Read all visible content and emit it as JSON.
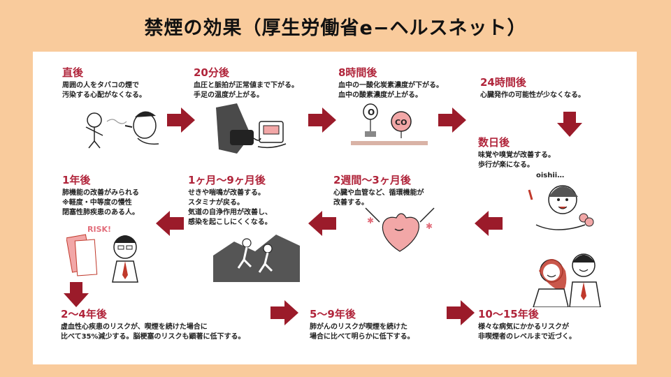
{
  "title": "禁煙の効果（厚生労働省e−ヘルスネット）",
  "steps": [
    {
      "heading": "直後",
      "lines": [
        "周囲の人をタバコの煙で",
        "汚染する心配がなくなる。"
      ]
    },
    {
      "heading": "20分後",
      "lines": [
        "血圧と脈拍が正常値まで下がる。",
        "手足の温度が上がる。"
      ]
    },
    {
      "heading": "8時間後",
      "lines": [
        "血中の一酸化炭素濃度が下がる。",
        "血中の酸素濃度が上がる。"
      ]
    },
    {
      "heading": "24時間後",
      "lines": [
        "心臓発作の可能性が少なくなる。"
      ]
    },
    {
      "heading": "数日後",
      "lines": [
        "味覚や嗅覚が改善する。",
        "歩行が楽になる。"
      ]
    },
    {
      "heading": "2週間〜3ヶ月後",
      "lines": [
        "心臓や血管など、循環機能が",
        "改善する。"
      ]
    },
    {
      "heading": "1ヶ月〜9ヶ月後",
      "lines": [
        "せきや喘鳴が改善する。",
        "スタミナが戻る。",
        "気道の自浄作用が改善し、",
        "感染を起こしにくくなる。"
      ]
    },
    {
      "heading": "1年後",
      "lines": [
        "肺機能の改善がみられる",
        "※軽度・中等度の慢性",
        "閉塞性肺疾患のある人。"
      ]
    },
    {
      "heading": "2〜4年後",
      "lines": [
        "虚血性心疾患のリスクが、喫煙を続けた場合に",
        "比べて35%減少する。脳梗塞のリスクも顕著に低下する。"
      ]
    },
    {
      "heading": "5〜9年後",
      "lines": [
        "肺がんのリスクが喫煙を続けた",
        "場合に比べて明らかに低下する。"
      ]
    },
    {
      "heading": "10〜15年後",
      "lines": [
        "様々な病気にかかるリスクが",
        "非喫煙者のレベルまで近づく。"
      ]
    }
  ],
  "illustration_text": {
    "o2": "O",
    "co": "CO",
    "oishii": "oishii…",
    "risk": "RISK!"
  },
  "colors": {
    "background": "#f9cb9c",
    "panel": "#ffffff",
    "heading": "#b0243a",
    "arrow": "#9b1b2a",
    "pink": "#f2a7a7"
  }
}
